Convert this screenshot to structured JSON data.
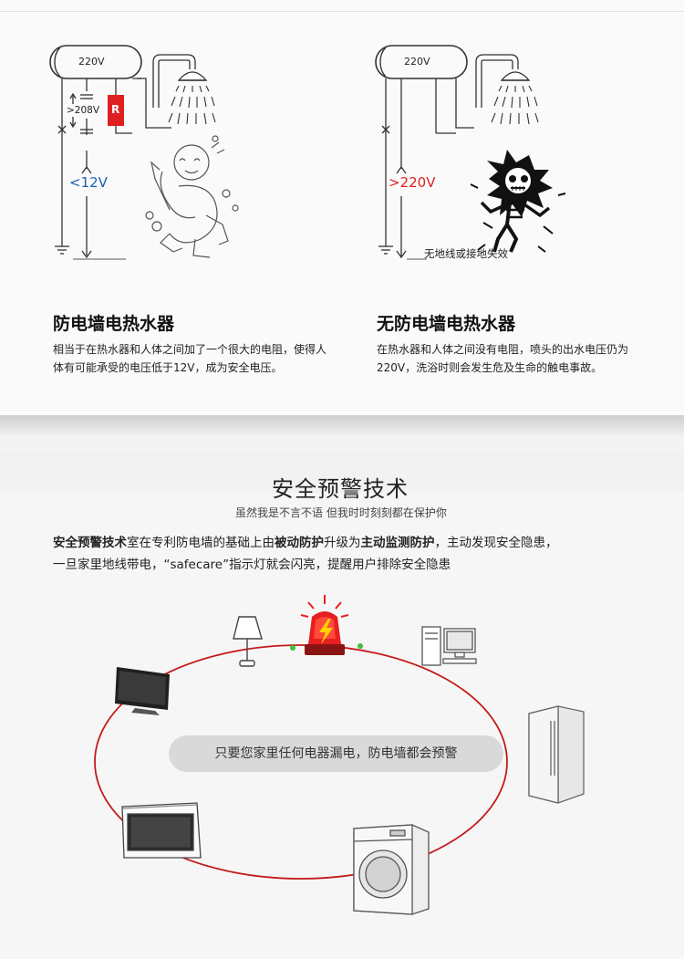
{
  "top": {
    "left_panel": {
      "heater_voltage": "220V",
      "gap_voltage": ">208V",
      "resistor_label": "R",
      "body_voltage": "<12V",
      "title": "防电墙电热水器",
      "description": "相当于在热水器和人体之间加了一个很大的电阻，使得人体有可能承受的电压低于12V，成为安全电压。"
    },
    "right_panel": {
      "heater_voltage": "220V",
      "body_voltage": ">220V",
      "ground_note": "无地线或接地失效",
      "title": "无防电墙电热水器",
      "description": "在热水器和人体之间没有电阻，喷头的出水电压仍为220V，洗浴时则会发生危及生命的触电事故。"
    }
  },
  "warning": {
    "section_title": "安全预警技术",
    "tagline": "虽然我是不言不语 但我时时刻刻都在保护你",
    "p1_prefix_bold": "安全预警技术",
    "p1_mid1": "室在专利防电墙的基础上由",
    "p1_bold2": "被动防护",
    "p1_mid2": "升级为",
    "p1_bold3": "主动监测防护",
    "p1_tail": "，主动发现安全隐患，",
    "p2": "一旦家里地线带电，“safecare”指示灯就会闪亮，提醒用户排除安全隐患",
    "center_note": "只要您家里任何电器漏电，防电墙都会预警",
    "appliances": [
      "lamp",
      "alarm-light",
      "desktop-computer",
      "tv",
      "refrigerator",
      "range-hood",
      "washing-machine"
    ]
  },
  "colors": {
    "safe_voltage": "#1a5fb4",
    "danger_voltage": "#e02020",
    "resistor": "#e02020",
    "loop_line": "#c41a1a",
    "pill_bg": "#d9d9d9"
  }
}
